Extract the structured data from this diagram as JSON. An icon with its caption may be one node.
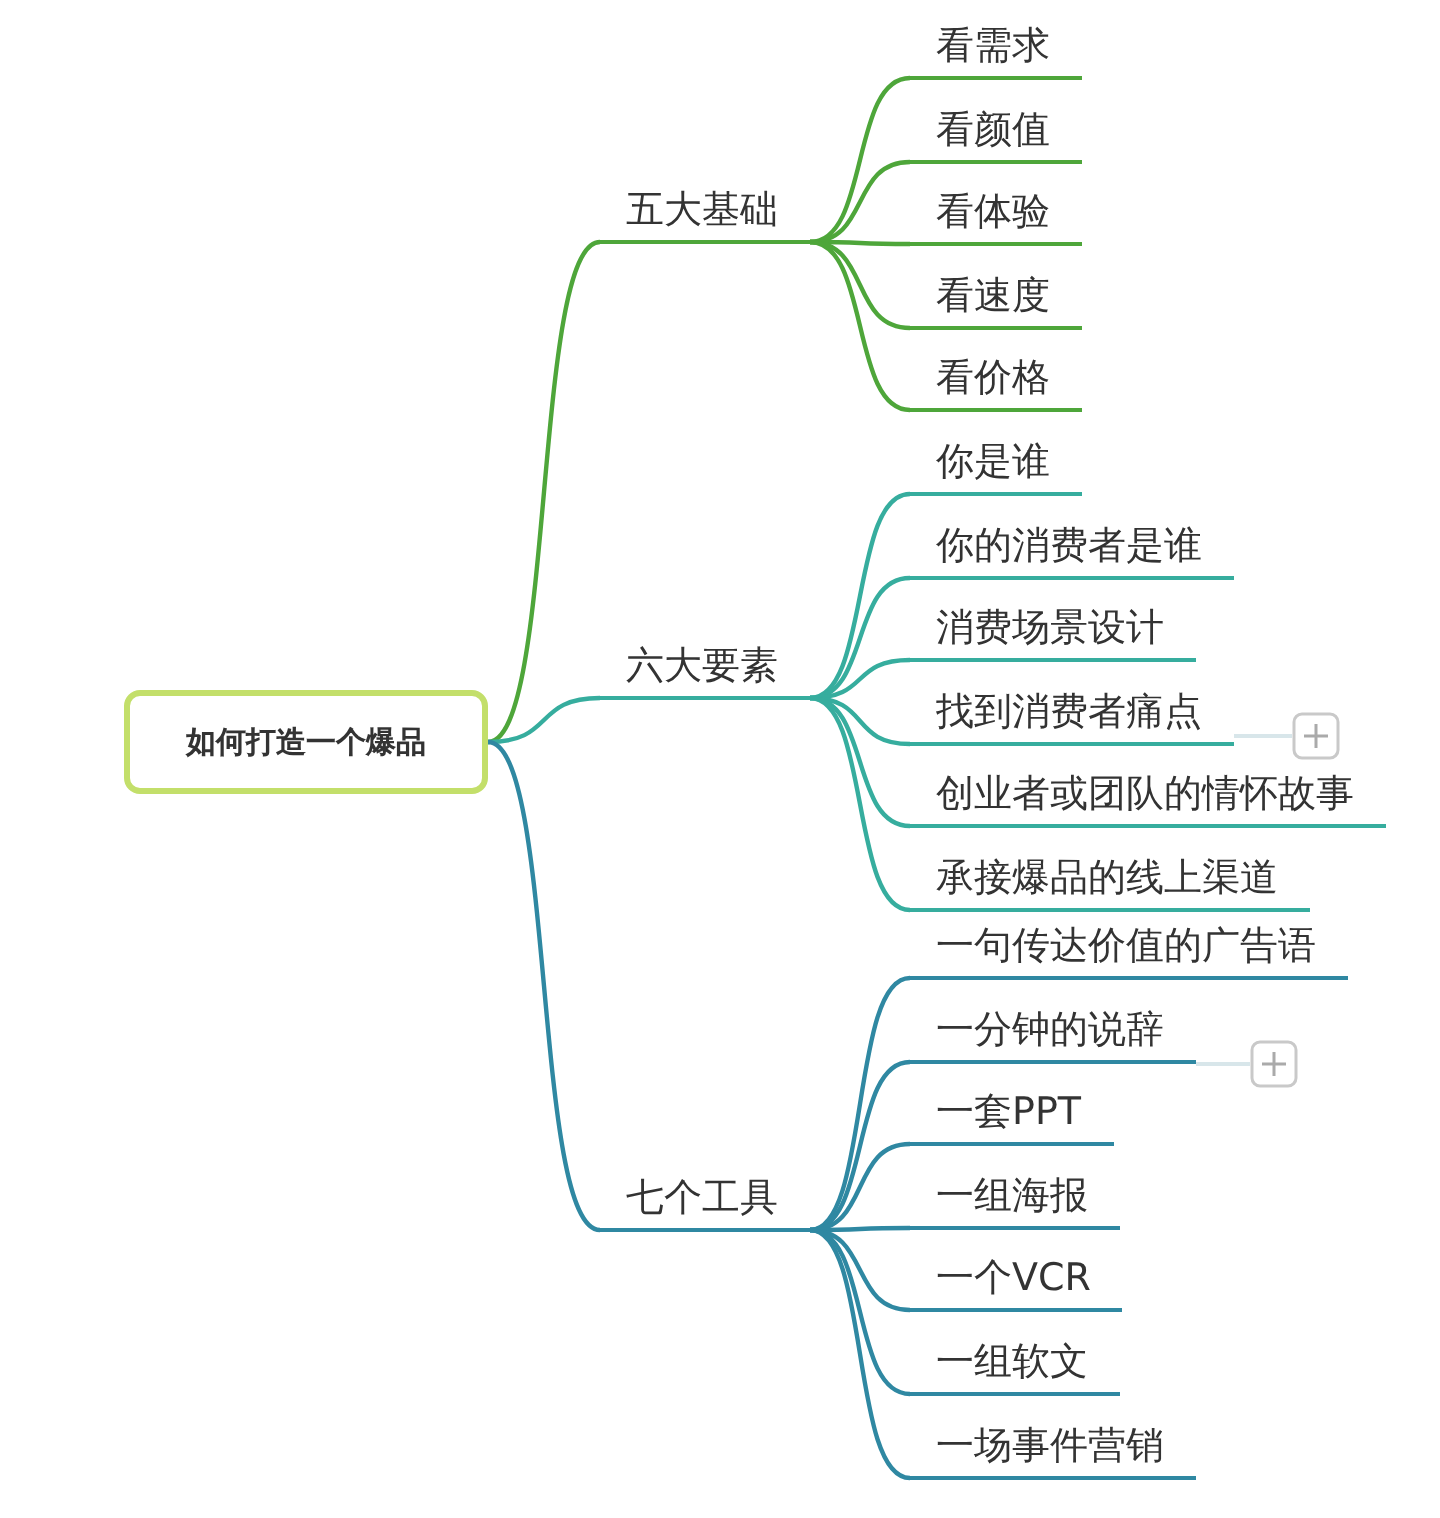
{
  "diagram": {
    "nodes": [
      {
        "text": [
          "如何打造一个爆品"
        ]
      },
      {
        "text": [
          "五大基础"
        ]
      },
      {
        "text": [
          "看需求"
        ]
      },
      {
        "text": [
          "看颜值"
        ]
      },
      {
        "text": [
          "看体验"
        ]
      },
      {
        "text": [
          "看速度"
        ]
      },
      {
        "text": [
          "看价格"
        ]
      },
      {
        "text": [
          "六大要素"
        ]
      },
      {
        "text": [
          "你是谁"
        ]
      },
      {
        "text": [
          "你的消费者是谁"
        ]
      },
      {
        "text": [
          "消费场景设计"
        ]
      },
      {
        "text": [
          "找到消费者痛点"
        ]
      },
      {
        "text": [
          "创业者或团队的情怀故事"
        ]
      },
      {
        "text": [
          "承接爆品的线上渠道"
        ]
      },
      {
        "text": [
          "七个工具"
        ]
      },
      {
        "text": [
          "一句传达价值的广告语"
        ]
      },
      {
        "text": [
          "一分钟的说辞"
        ]
      },
      {
        "text": [
          "一套PPT"
        ]
      },
      {
        "text": [
          "一组海报"
        ]
      },
      {
        "text": [
          "一个VCR"
        ]
      },
      {
        "text": [
          "一组软文"
        ]
      },
      {
        "text": [
          "一场事件营销"
        ]
      }
    ],
    "edges": [
      {
        "from": 0,
        "to": 1,
        "arrow": "none",
        "color": "#4ea63a"
      },
      {
        "from": 1,
        "to": 2,
        "arrow": "none",
        "color": "#4ea63a"
      },
      {
        "from": 1,
        "to": 3,
        "arrow": "none",
        "color": "#4ea63a"
      },
      {
        "from": 1,
        "to": 4,
        "arrow": "none",
        "color": "#4ea63a"
      },
      {
        "from": 1,
        "to": 5,
        "arrow": "none",
        "color": "#4ea63a"
      },
      {
        "from": 1,
        "to": 6,
        "arrow": "none",
        "color": "#4ea63a"
      },
      {
        "from": 0,
        "to": 7,
        "arrow": "none",
        "color": "#36ad9e"
      },
      {
        "from": 7,
        "to": 8,
        "arrow": "none",
        "color": "#36ad9e"
      },
      {
        "from": 7,
        "to": 9,
        "arrow": "none",
        "color": "#36ad9e"
      },
      {
        "from": 7,
        "to": 10,
        "arrow": "none",
        "color": "#36ad9e"
      },
      {
        "from": 7,
        "to": 11,
        "arrow": "none",
        "color": "#36ad9e"
      },
      {
        "from": 7,
        "to": 12,
        "arrow": "none",
        "color": "#36ad9e"
      },
      {
        "from": 7,
        "to": 13,
        "arrow": "none",
        "color": "#36ad9e"
      },
      {
        "from": 0,
        "to": 14,
        "arrow": "none",
        "color": "#2f88a2"
      },
      {
        "from": 14,
        "to": 15,
        "arrow": "none",
        "color": "#2f88a2"
      },
      {
        "from": 14,
        "to": 16,
        "arrow": "none",
        "color": "#2f88a2"
      },
      {
        "from": 14,
        "to": 17,
        "arrow": "none",
        "color": "#2f88a2"
      },
      {
        "from": 14,
        "to": 18,
        "arrow": "none",
        "color": "#2f88a2"
      },
      {
        "from": 14,
        "to": 19,
        "arrow": "none",
        "color": "#2f88a2"
      },
      {
        "from": 14,
        "to": 20,
        "arrow": "none",
        "color": "#2f88a2"
      },
      {
        "from": 14,
        "to": 21,
        "arrow": "none",
        "color": "#2f88a2"
      }
    ]
  }
}
